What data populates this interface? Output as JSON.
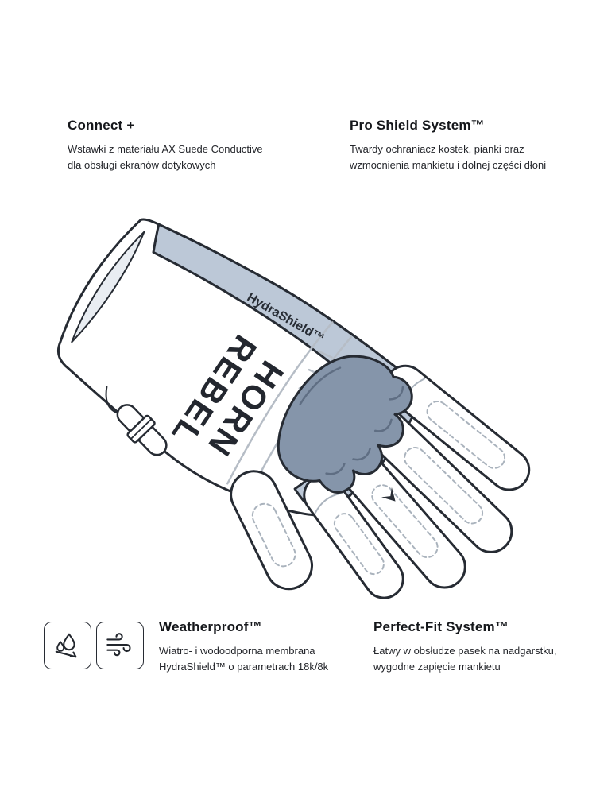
{
  "page": {
    "background": "#ffffff"
  },
  "features": {
    "connect": {
      "title": "Connect +",
      "description": "Wstawki z materiału AX Suede Conductive dla obsługi ekranów dotykowych"
    },
    "pro_shield": {
      "title": "Pro Shield System™",
      "description": "Twardy ochraniacz kostek, pianki oraz wzmocnienia mankietu i dolnej części dłoni"
    },
    "weatherproof": {
      "title": "Weatherproof™",
      "description": "Wiatro- i wodoodporna membrana HydraShield™ o parametrach 18k/8k"
    },
    "perfect_fit": {
      "title": "Perfect-Fit System™",
      "description": "Łatwy w obsłudze pasek na nadgarstku, wygodne zapięcie mankietu"
    }
  },
  "glove": {
    "brand_line1": "REBEL",
    "brand_line2": "HORN",
    "membrane_label": "HydraShield™",
    "colors": {
      "outline": "#262b33",
      "membrane_panel": "#bcc8d7",
      "knuckle_guard": "#8595aa",
      "body": "#ffffff",
      "seam": "#aab3bd"
    }
  },
  "icons": [
    {
      "name": "waterproof-icon"
    },
    {
      "name": "windproof-icon"
    }
  ]
}
